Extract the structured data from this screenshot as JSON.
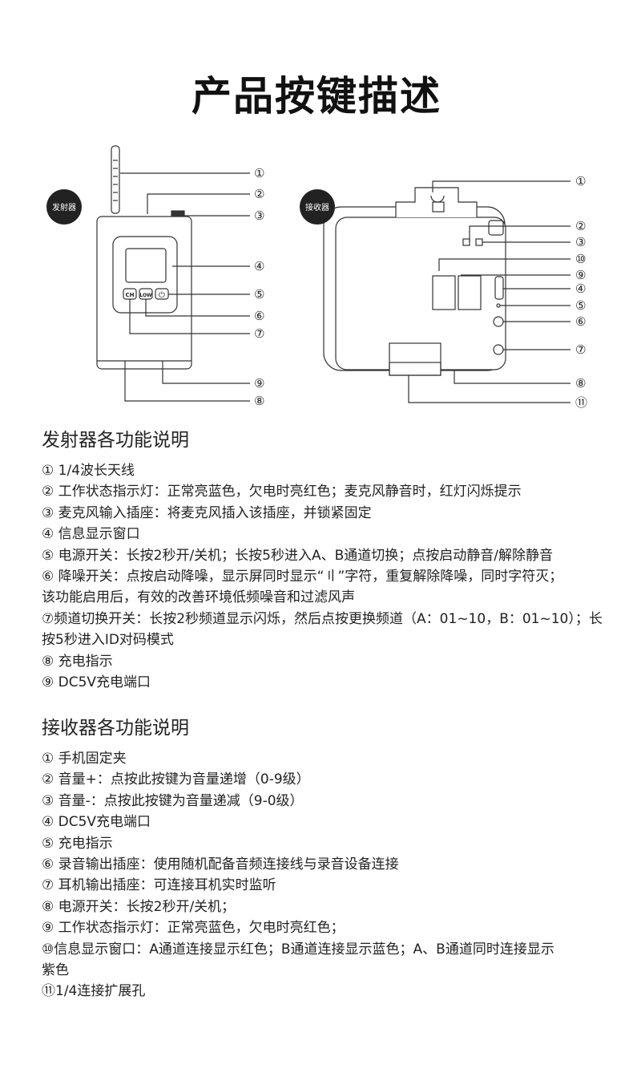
{
  "title": "产品按键描述",
  "diagram": {
    "transmitter_tag": "发射器",
    "receiver_tag": "接收器",
    "transmitter_buttons": [
      "CH",
      "LOW",
      "⏻"
    ],
    "transmitter_callouts": [
      "①",
      "②",
      "③",
      "④",
      "⑤",
      "⑥",
      "⑦",
      "⑨",
      "⑧"
    ],
    "receiver_callouts": [
      "①",
      "②",
      "③",
      "⑩",
      "⑨",
      "④",
      "⑤",
      "⑥",
      "⑦",
      "⑧",
      "⑪"
    ]
  },
  "transmitter": {
    "heading": "发射器各功能说明",
    "lines": [
      "① 1/4波长天线",
      "② 工作状态指示灯：正常亮蓝色，欠电时亮红色；麦克风静音时，红灯闪烁提示",
      "③ 麦克风输入插座：将麦克风插入该插座，并锁紧固定",
      "④ 信息显示窗口",
      "⑤ 电源开关：长按2秒开/关机；长按5秒进入A、B通道切换；点按启动静音/解除静音",
      "⑥ 降噪开关：点按启动降噪，显示屏同时显示“〢”字符，重复解除降噪，同时字符灭；",
      "该功能启用后，有效的改善环境低频噪音和过滤风声",
      "⑦频道切换开关：长按2秒频道显示闪烁，然后点按更换频道（A：01~10，B：01~10）；长",
      "按5秒进入ID对码模式",
      "⑧ 充电指示",
      "⑨ DC5V充电端口"
    ]
  },
  "receiver": {
    "heading": "接收器各功能说明",
    "lines": [
      "① 手机固定夹",
      "② 音量+：点按此按键为音量递增（0-9级）",
      "③ 音量-：点按此按键为音量递减（9-0级）",
      "④ DC5V充电端口",
      "⑤ 充电指示",
      "⑥ 录音输出插座：使用随机配备音频连接线与录音设备连接",
      "⑦ 耳机输出插座：可连接耳机实时监听",
      "⑧ 电源开关：长按2秒开/关机；",
      "⑨ 工作状态指示灯：正常亮蓝色，欠电时亮红色；",
      "⑩信息显示窗口：A通道连接显示红色；B通道连接显示蓝色；A、B通道同时连接显示",
      "紫色",
      "⑪1/4连接扩展孔"
    ]
  }
}
